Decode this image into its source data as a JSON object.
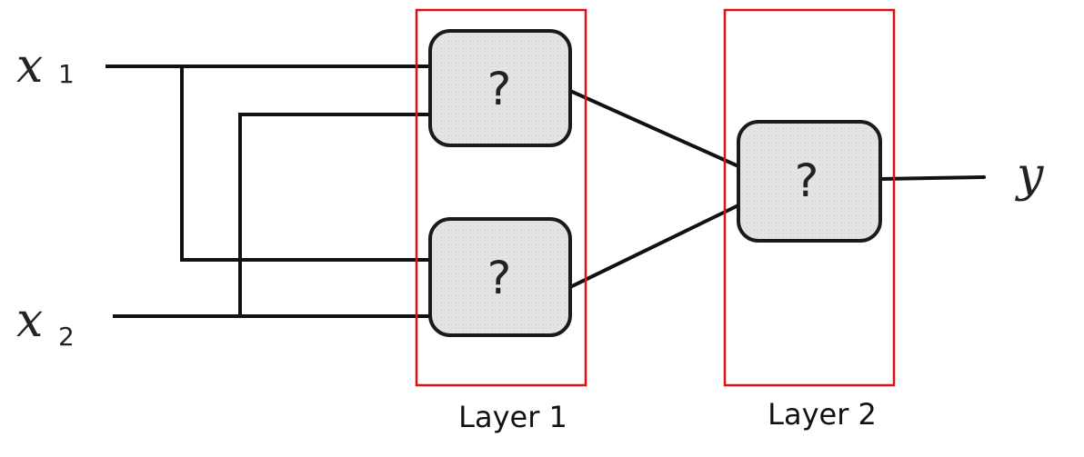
{
  "inputs": [
    {
      "symbol": "x",
      "subscript": "1"
    },
    {
      "symbol": "x",
      "subscript": "2"
    }
  ],
  "output": {
    "symbol": "y"
  },
  "layers": [
    {
      "label": "Layer 1",
      "units": [
        "?",
        "?"
      ]
    },
    {
      "label": "Layer 2",
      "units": [
        "?"
      ]
    }
  ],
  "colors": {
    "wire": "#111111",
    "unit_fill": "#e3e3e3",
    "unit_stroke": "#1a1a1a",
    "layer_box": "#e01010",
    "text": "#222222"
  }
}
